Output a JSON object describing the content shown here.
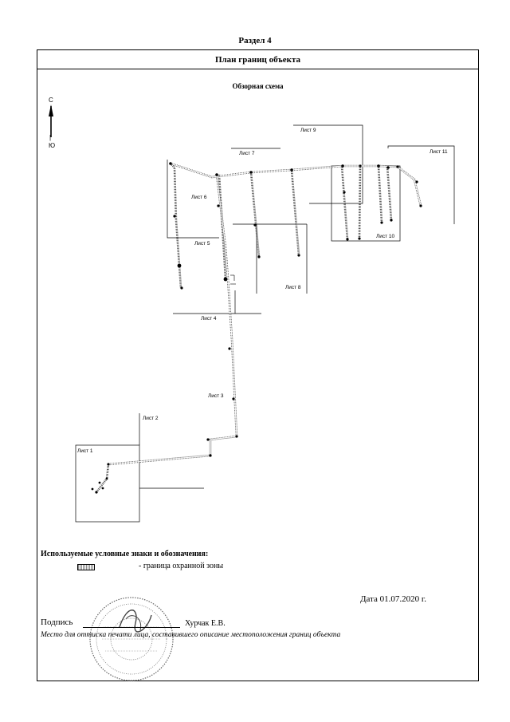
{
  "section_title": "Раздел 4",
  "plan_title": "План границ объекта",
  "overview_title": "Обзорная схема",
  "north_arrow": {
    "north": "С",
    "south": "Ю",
    "south_mark": "|",
    "north_icon": "north-arrow-icon"
  },
  "sheets": [
    "Лист 1",
    "Лист 2",
    "Лист 3",
    "Лист 4",
    "Лист 5",
    "Лист 6",
    "Лист 7",
    "Лист 8",
    "Лист 9",
    "Лист 10",
    "Лист 11"
  ],
  "legend": {
    "title": "Используемые условные знаки и обозначения:",
    "items": [
      {
        "symbol": "hatched-rectangle-icon",
        "text": "- граница  охранной зоны"
      }
    ]
  },
  "date": "Дата 01.07.2020 г.",
  "signature": {
    "label": "Подпись",
    "name": "Хурчак Е.В.",
    "note": "Место для оттиска печати лица, составившего описание местоположения границ объекта",
    "stamp_icon": "round-seal-stamp"
  }
}
